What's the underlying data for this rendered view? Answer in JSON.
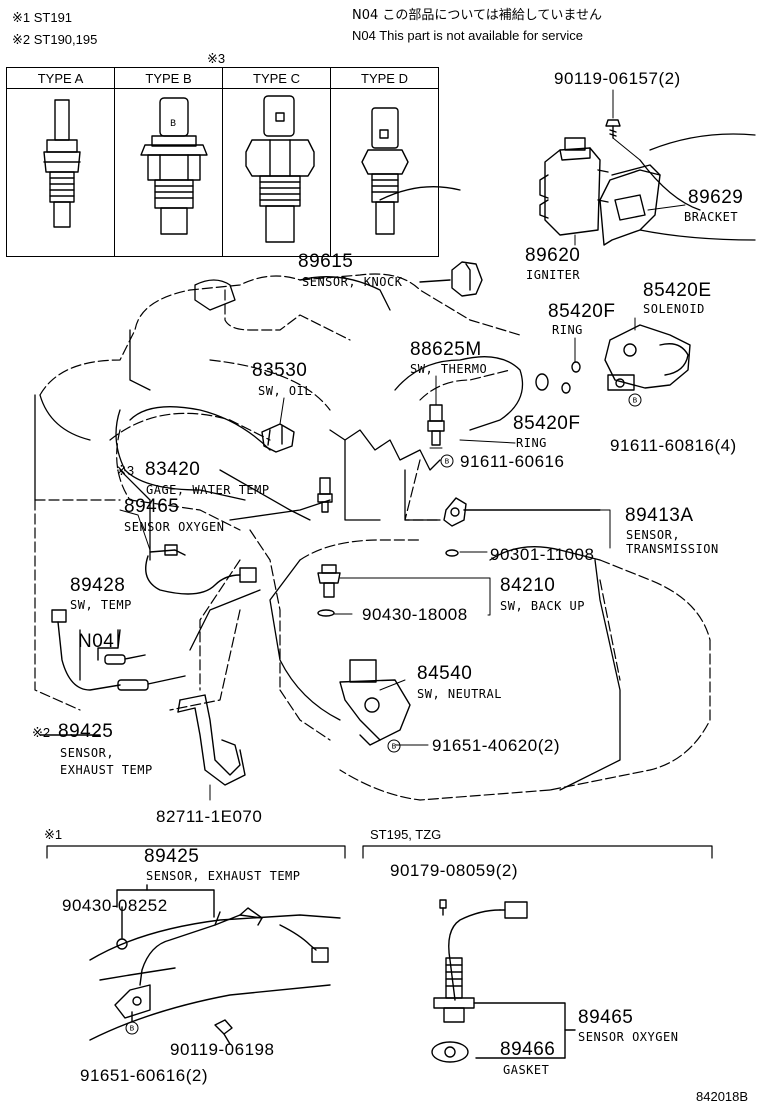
{
  "notes": {
    "n1": "※1 ST191",
    "n2": "※2 ST190,195",
    "n3": "※3",
    "service_jp": "N04 この部品については補給していません",
    "service_en": "N04 This part is not available for service"
  },
  "types": [
    "TYPE A",
    "TYPE B",
    "TYPE C",
    "TYPE D"
  ],
  "parts": {
    "p90119_06157": "90119-06157(2)",
    "p89629": "89629",
    "p89629_name": "BRACKET",
    "p89620": "89620",
    "p89620_name": "IGNITER",
    "p89615": "89615",
    "p89615_name": "SENSOR, KNOCK",
    "p85420E": "85420E",
    "p85420E_name": "SOLENOID",
    "p85420F_a": "85420F",
    "p85420F_a_name": "RING",
    "p88625M": "88625M",
    "p88625M_name": "SW, THERMO",
    "p83530": "83530",
    "p83530_name": "SW, OIL",
    "p85420F_b": "85420F",
    "p85420F_b_name": "RING",
    "p91611_60816": "91611-60816(4)",
    "p83420_mark": "※3",
    "p83420": "83420",
    "p83420_name": "GAGE, WATER TEMP",
    "p91611_60616": "91611-60616",
    "p89465": "89465",
    "p89465_name": "SENSOR OXYGEN",
    "p89413A": "89413A",
    "p89413A_name1": "SENSOR,",
    "p89413A_name2": "TRANSMISSION",
    "p90301_11008": "90301-11008",
    "p89428": "89428",
    "p89428_name": "SW, TEMP",
    "p84210": "84210",
    "p84210_name": "SW, BACK UP",
    "p90430_18008": "90430-18008",
    "pN04": "N04",
    "p84540": "84540",
    "p84540_name": "SW, NEUTRAL",
    "p91651_40620": "91651-40620(2)",
    "p89425_mark": "※2",
    "p89425": "89425",
    "p89425_name1": "SENSOR,",
    "p89425_name2": "EXHAUST TEMP",
    "p82711_1E070": "82711-1E070"
  },
  "section_left": {
    "mark": "※1",
    "p89425": "89425",
    "p89425_name": "SENSOR, EXHAUST TEMP",
    "p90430_08252": "90430-08252",
    "p90119_06198": "90119-06198",
    "p91651_60616": "91651-60616(2)"
  },
  "section_right": {
    "title": "ST195, TZG",
    "p90179_08059": "90179-08059(2)",
    "p89465": "89465",
    "p89465_name": "SENSOR OXYGEN",
    "p89466": "89466",
    "p89466_name": "GASKET"
  },
  "figure_id": "842018B"
}
